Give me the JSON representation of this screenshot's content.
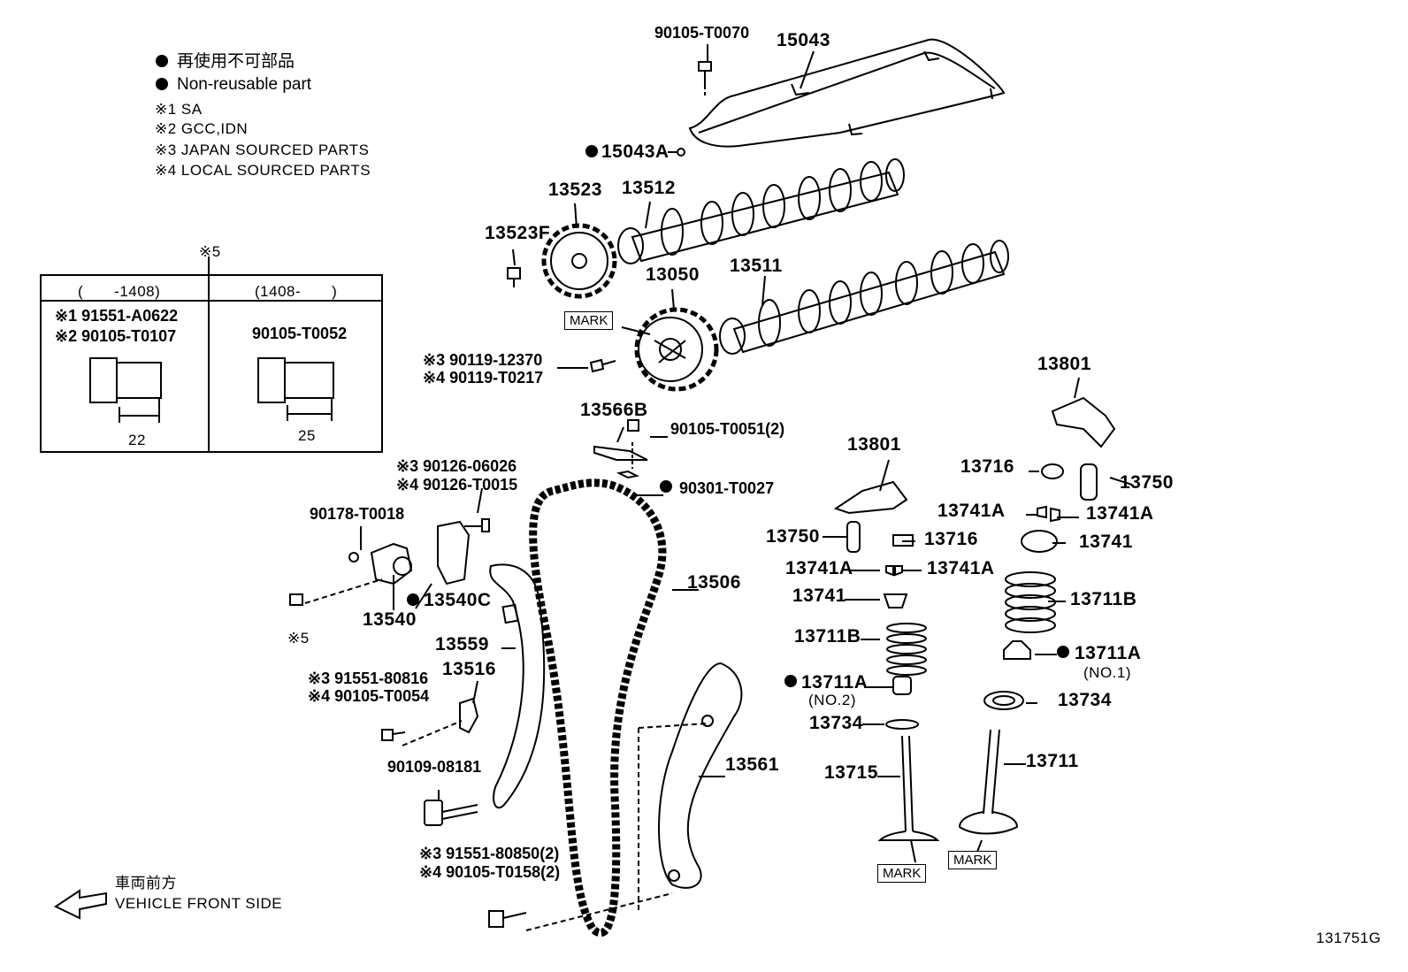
{
  "legend": {
    "line1": "再使用不可部品",
    "line2": "Non-reusable part",
    "n1": "※1 SA",
    "n2": "※2 GCC,IDN",
    "n3": "※3 JAPAN SOURCED PARTS",
    "n4": "※4 LOCAL SOURCED PARTS"
  },
  "inset": {
    "marker": "※5",
    "col1_header": "(　　-1408)",
    "col2_header": "(1408-　　)",
    "col1_p1": "※1 91551-A0622",
    "col1_p2": "※2 90105-T0107",
    "col1_dim": "22",
    "col2_p1": "90105-T0052",
    "col2_dim": "25"
  },
  "parts": {
    "p90105_T0070": "90105-T0070",
    "p15043": "15043",
    "p15043A": "15043A",
    "p13523": "13523",
    "p13512": "13512",
    "p13523F": "13523F",
    "p13050": "13050",
    "p13511": "13511",
    "p90119_12370": "※3 90119-12370",
    "p90119_T0217": "※4 90119-T0217",
    "p13566B": "13566B",
    "p90105_T0051": "90105-T0051(2)",
    "p90301_T0027": "90301-T0027",
    "p90126_06026": "※3 90126-06026",
    "p90126_T0015": "※4 90126-T0015",
    "p90178_T0018": "90178-T0018",
    "p13540": "13540",
    "p13540C": "13540C",
    "p5": "※5",
    "p13506": "13506",
    "p13559": "13559",
    "p91551_80816": "※3 91551-80816",
    "p90105_T0054": "※4 90105-T0054",
    "p13516": "13516",
    "p90109_08181": "90109-08181",
    "p13561": "13561",
    "p91551_80850": "※3 91551-80850(2)",
    "p90105_T0158": "※4 90105-T0158(2)",
    "p13801a": "13801",
    "p13801b": "13801",
    "p13716a": "13716",
    "p13750a": "13750",
    "p13741Aa": "13741A",
    "p13741Ab": "13741A",
    "p13741a": "13741",
    "p13711B_a": "13711B",
    "p13711A_a": "13711A",
    "no1": "(NO.1)",
    "p13734a": "13734",
    "p13711": "13711",
    "p13750b": "13750",
    "p13716b": "13716",
    "p13741Ac": "13741A",
    "p13741Ad": "13741A",
    "p13741b": "13741",
    "p13711B_b": "13711B",
    "p13711A_b": "13711A",
    "no2": "(NO.2)",
    "p13734b": "13734",
    "p13715": "13715"
  },
  "marks": {
    "cam": "MARK",
    "valve1": "MARK",
    "valve2": "MARK"
  },
  "front": {
    "jp": "車両前方",
    "en": "VEHICLE FRONT SIDE"
  },
  "figure_id": "131751G"
}
